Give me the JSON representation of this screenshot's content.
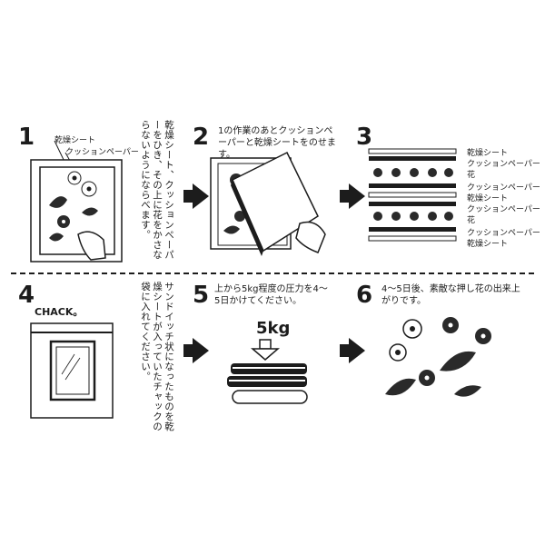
{
  "steps": [
    {
      "num": "1",
      "text": "乾燥シート、クッションペーパーをひき、その上に花をかさならないようにならべます。"
    },
    {
      "num": "2",
      "text": "1の作業のあとクッションペーパーと乾燥シートをのせます。"
    },
    {
      "num": "3",
      "text": ""
    },
    {
      "num": "4",
      "text": "サンドイッチ状になったものを乾燥シートが入っていたチャックの袋に入れてください。"
    },
    {
      "num": "5",
      "text": "上から5kg程度の圧力を4〜5日かけてください。"
    },
    {
      "num": "6",
      "text": "4〜5日後、素敵な押し花の出来上がりです。"
    }
  ],
  "step1_labels": {
    "sheet": "乾燥シート",
    "cushion": "クッションペーパー"
  },
  "layers": [
    "乾燥シート",
    "クッションペーパー",
    "花",
    "クッションペーパー",
    "乾燥シート",
    "クッションペーパー",
    "花",
    "クッションペーパー",
    "乾燥シート"
  ],
  "chack": "CHACK。",
  "weight": "5kg",
  "icons": [
    "arrow-right-icon",
    "flower-icon",
    "leaf-icon",
    "hand-icon",
    "weight-arrow-icon"
  ]
}
